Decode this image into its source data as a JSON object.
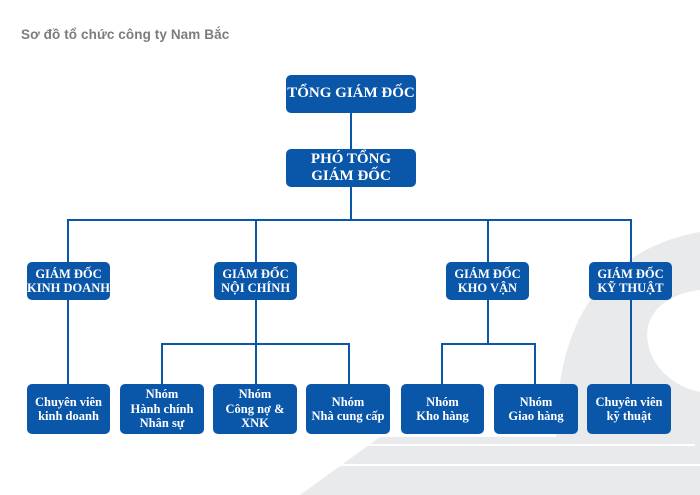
{
  "title": "Sơ đồ tổ chức công ty Nam Bắc",
  "colors": {
    "box": "#0a56a8",
    "line": "#0a56a8",
    "text": "#ffffff",
    "title": "#7a7c80",
    "background_decor": "#e9eaec"
  },
  "org": {
    "ceo": {
      "lines": [
        "TỔNG GIÁM ĐỐC"
      ]
    },
    "deputy": {
      "lines": [
        "PHÓ TỔNG",
        "GIÁM ĐỐC"
      ]
    },
    "directors": [
      {
        "lines": [
          "GIÁM ĐỐC",
          "KINH DOANH"
        ]
      },
      {
        "lines": [
          "GIÁM ĐỐC",
          "NỘI CHÍNH"
        ]
      },
      {
        "lines": [
          "GIÁM ĐỐC",
          "KHO VẬN"
        ]
      },
      {
        "lines": [
          "GIÁM ĐỐC",
          "KỸ THUẬT"
        ]
      }
    ],
    "units": [
      {
        "parent": 0,
        "lines": [
          "Chuyên viên",
          "kinh doanh"
        ]
      },
      {
        "parent": 1,
        "lines": [
          "Nhóm",
          "Hành chính",
          "Nhân sự"
        ]
      },
      {
        "parent": 1,
        "lines": [
          "Nhóm",
          "Công nợ &",
          "XNK"
        ]
      },
      {
        "parent": 1,
        "lines": [
          "Nhóm",
          "Nhà cung cấp"
        ]
      },
      {
        "parent": 2,
        "lines": [
          "Nhóm",
          "Kho hàng"
        ]
      },
      {
        "parent": 2,
        "lines": [
          "Nhóm",
          "Giao hàng"
        ]
      },
      {
        "parent": 3,
        "lines": [
          "Chuyên viên",
          "kỹ thuật"
        ]
      }
    ]
  }
}
